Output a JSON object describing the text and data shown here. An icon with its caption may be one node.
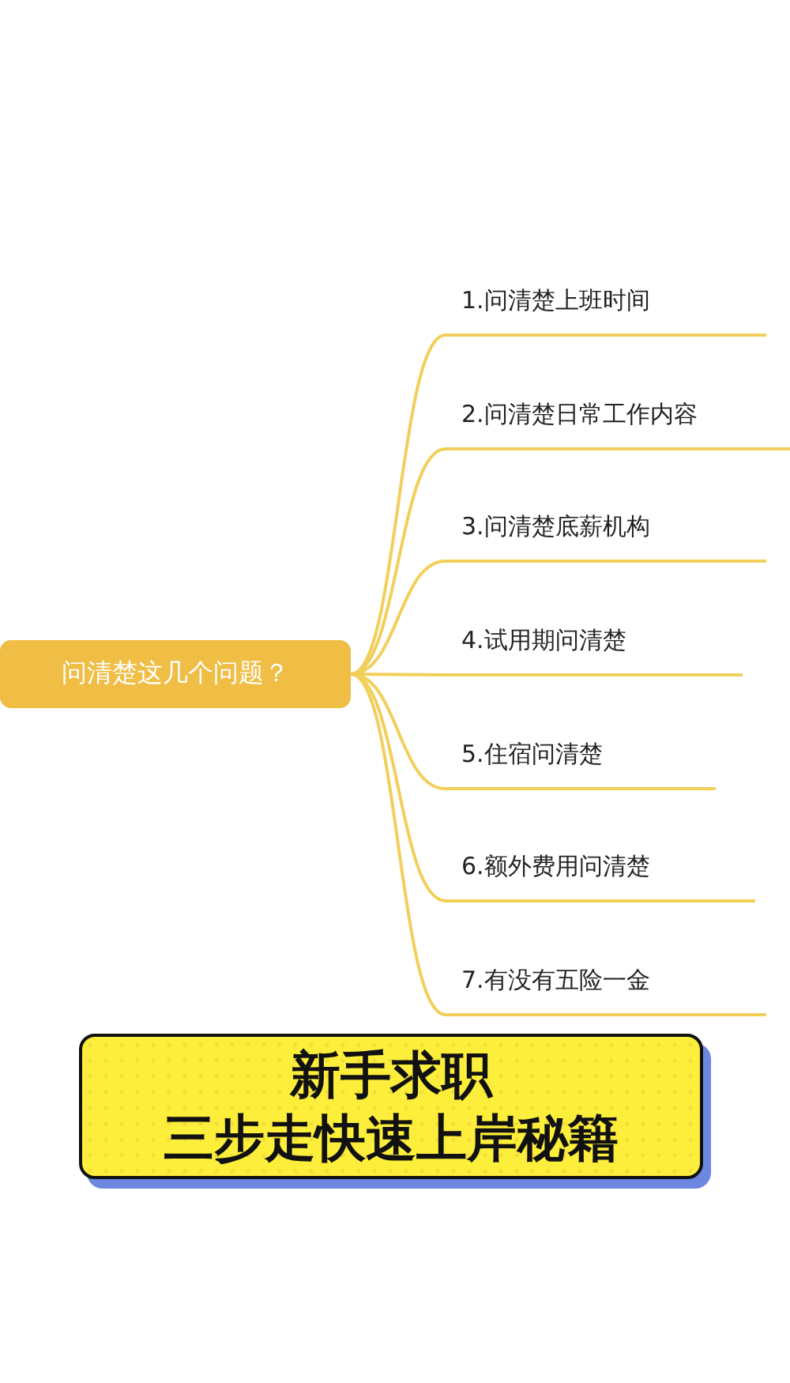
{
  "diagram": {
    "nodes": [
      {
        "text": [
          "问清楚这几个问题？"
        ]
      },
      {
        "text": [
          "1.问清楚上班时间"
        ]
      },
      {
        "text": [
          "2.问清楚日常工作内容"
        ]
      },
      {
        "text": [
          "3.问清楚底薪机构"
        ]
      },
      {
        "text": [
          "4.试用期问清楚"
        ]
      },
      {
        "text": [
          "5.住宿问清楚"
        ]
      },
      {
        "text": [
          "6.额外费用问清楚"
        ]
      },
      {
        "text": [
          "7.有没有五险一金"
        ]
      }
    ],
    "edges": [
      {
        "from": 0,
        "to": 1,
        "arrow": "none"
      },
      {
        "from": 0,
        "to": 2,
        "arrow": "none"
      },
      {
        "from": 0,
        "to": 3,
        "arrow": "none"
      },
      {
        "from": 0,
        "to": 4,
        "arrow": "none"
      },
      {
        "from": 0,
        "to": 5,
        "arrow": "none"
      },
      {
        "from": 0,
        "to": 6,
        "arrow": "none"
      },
      {
        "from": 0,
        "to": 7,
        "arrow": "none"
      }
    ],
    "labels": [
      "新手求职",
      "三步走快速上岸秘籍"
    ]
  }
}
